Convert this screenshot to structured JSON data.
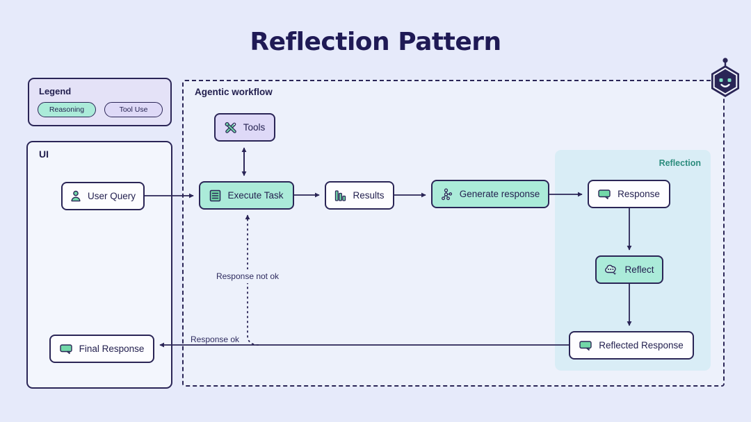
{
  "title": "Reflection Pattern",
  "legend": {
    "title": "Legend",
    "items": [
      {
        "label": "Reasoning",
        "style": "reasoning"
      },
      {
        "label": "Tool Use",
        "style": "tool_use"
      }
    ]
  },
  "ui_panel": {
    "title": "UI",
    "user_query": "User Query",
    "final_response": "Final Response"
  },
  "workflow": {
    "title": "Agentic workflow",
    "tools": "Tools",
    "execute_task": "Execute Task",
    "results": "Results",
    "generate_response": "Generate response",
    "reflection": {
      "title": "Reflection",
      "response": "Response",
      "reflect": "Reflect",
      "reflected_response": "Reflected Response"
    },
    "edges": {
      "response_ok": "Response ok",
      "response_not_ok": "Response not ok"
    }
  },
  "colors": {
    "background": "#e6eafa",
    "workflow_interior": "#edf1fb",
    "navy": "#2a2556",
    "teal_node_fill": "#abebd9",
    "lavender_node_fill": "#ded9f7",
    "white_node_fill": "#fdfdff",
    "icon_green": "#72d8a8",
    "reflection_panel_bg": "#d9edf6",
    "reflection_label": "#2c8c7d"
  }
}
